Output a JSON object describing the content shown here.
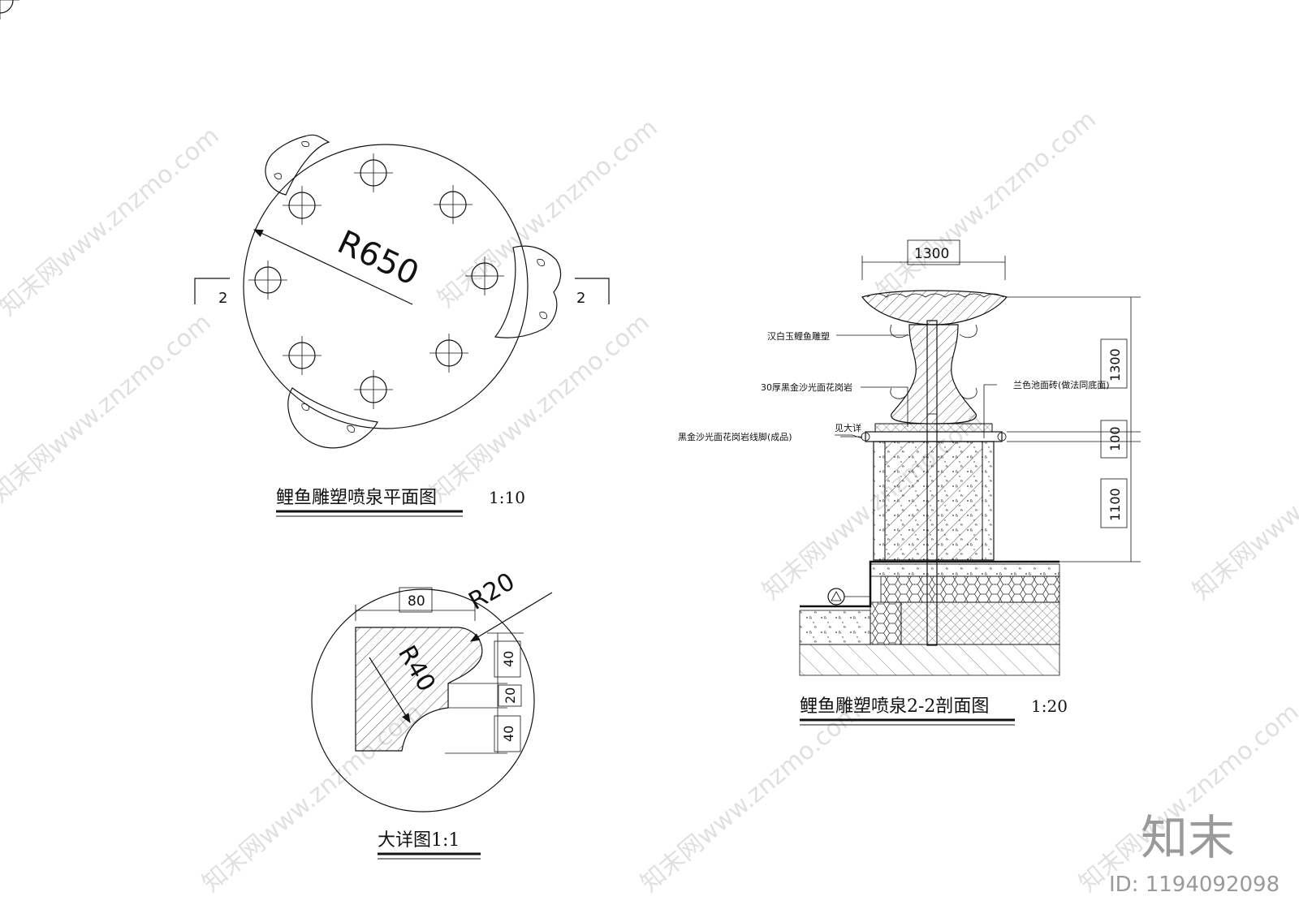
{
  "plan": {
    "radius_label": "R650",
    "section_mark_left": "2",
    "section_mark_right": "2",
    "title": "鲤鱼雕塑喷泉平面图",
    "scale": "1:10"
  },
  "detail": {
    "dim_width": "80",
    "dim_r20": "R20",
    "dim_r40": "R40",
    "dim_top": "40",
    "dim_mid": "20",
    "dim_bottom": "40",
    "title": "大详图1:1"
  },
  "section": {
    "dim_top_width": "1300",
    "dim_h1": "1300",
    "dim_h2": "100",
    "dim_h3": "1100",
    "label_sculpture": "汉白玉鲤鱼雕塑",
    "label_granite": "30厚黑金沙光面花岗岩",
    "label_skirting": "黑金沙光面花岗岩线脚(成品)",
    "label_see_detail": "见大详",
    "label_pool_tile": "兰色池面砖(做法同底面)",
    "title": "鲤鱼雕塑喷泉2-2剖面图",
    "scale": "1:20"
  },
  "brand": {
    "logo_text": "知末",
    "id_text": "ID: 1194092098",
    "watermark": "知末网www.znzmo.com"
  }
}
